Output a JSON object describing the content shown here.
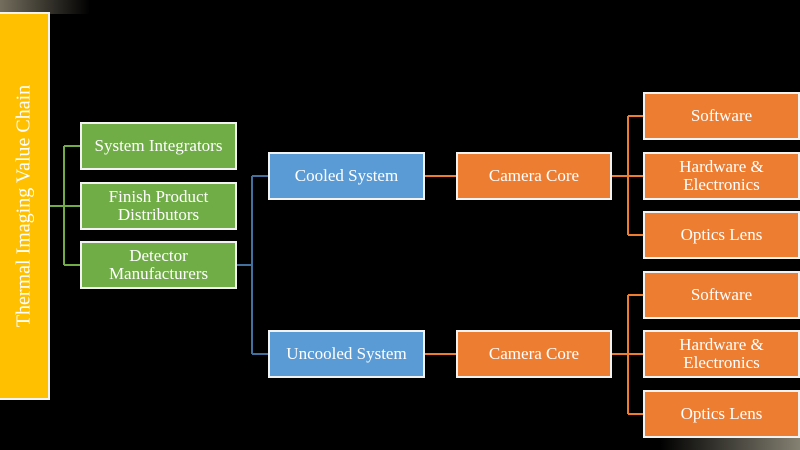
{
  "root": {
    "label": "Thermal Imaging Value Chain"
  },
  "stakeholders": [
    {
      "label": "System Integrators"
    },
    {
      "label": "Finish Product Distributors"
    },
    {
      "label": "Detector Manufacturers"
    }
  ],
  "systems": {
    "cooled": {
      "label": "Cooled System",
      "core": "Camera Core",
      "components": [
        "Software",
        "Hardware & Electronics",
        "Optics Lens"
      ]
    },
    "uncooled": {
      "label": "Uncooled System",
      "core": "Camera Core",
      "components": [
        "Software",
        "Hardware & Electronics",
        "Optics Lens"
      ]
    }
  },
  "colors": {
    "root": "#ffc000",
    "stakeholder": "#70ad47",
    "system": "#5b9bd5",
    "component": "#ed7d31",
    "green_line": "#70ad47",
    "blue_line": "#41719c",
    "orange_line": "#ed7d31"
  }
}
